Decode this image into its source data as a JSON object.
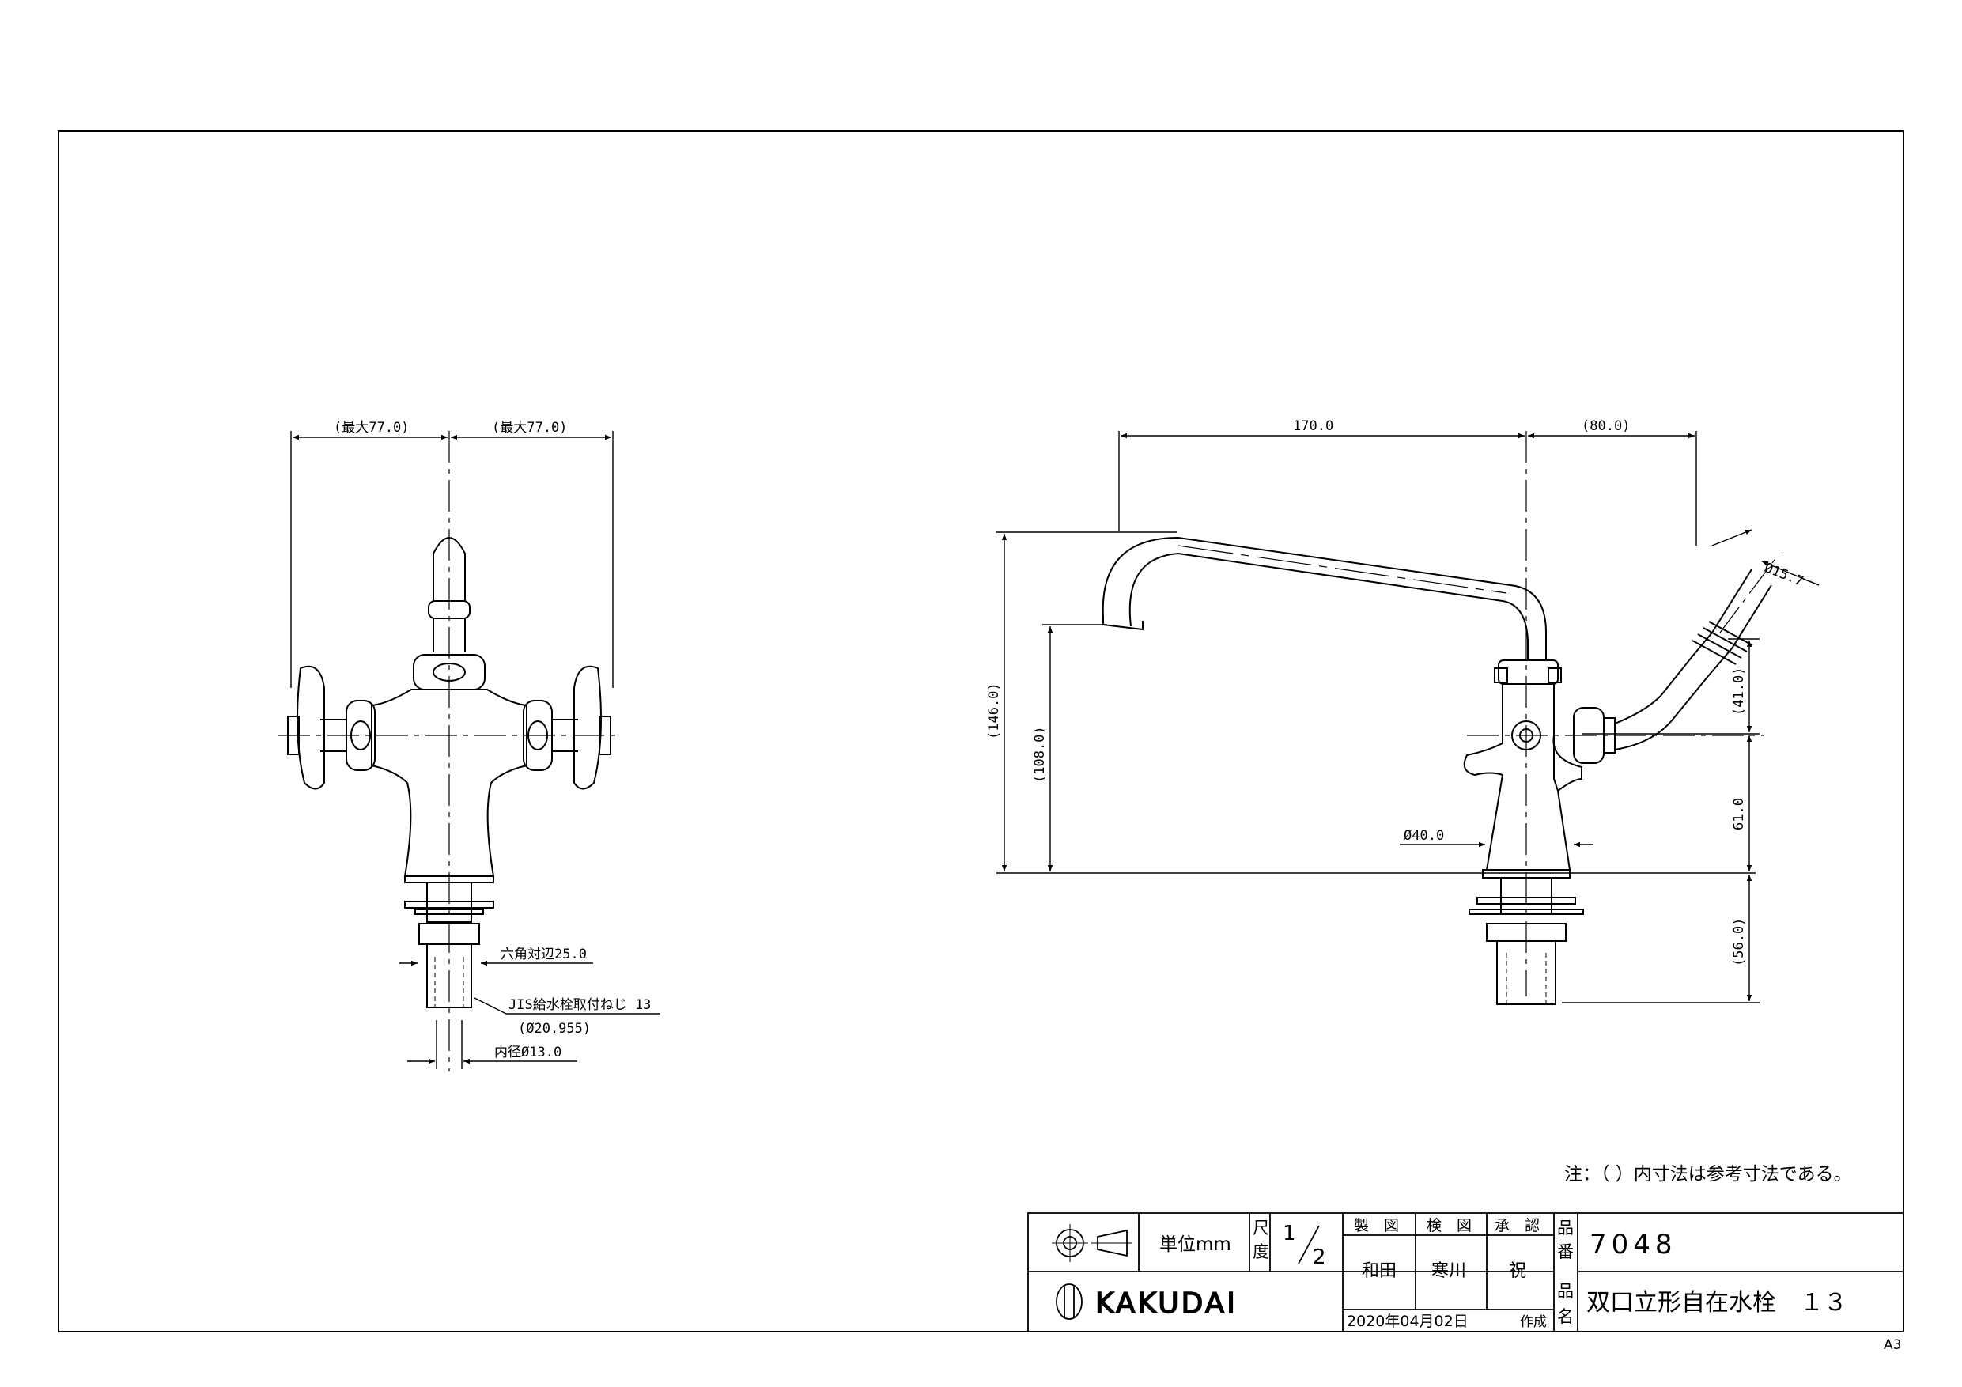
{
  "left_view": {
    "dim_left": "(最大77.0)",
    "dim_right": "(最大77.0)",
    "hex": "六角対辺25.0",
    "thread": "JIS給水栓取付ねじ 13",
    "thread_dia": "(Ø20.955)",
    "inner": "内径Ø13.0"
  },
  "right_view": {
    "spout_len": "170.0",
    "hose_len": "(80.0)",
    "total_h": "(146.0)",
    "spout_h": "(108.0)",
    "body_dia": "Ø40.0",
    "hose_dia": "Ø15.7",
    "hose_h": "(41.0)",
    "base_h": "61.0",
    "shank_h": "(56.0)"
  },
  "note": "注：（ ）内寸法は参考寸法である。",
  "title_block": {
    "unit": "単位mm",
    "scale_label": "尺度",
    "scale_num": "1",
    "scale_den": "2",
    "drawn_label": "製　図",
    "checked_label": "検　図",
    "approved_label": "承　認",
    "drawn": "和田",
    "checked": "寒川",
    "approved": "祝",
    "code_label": "品番",
    "code": "7048",
    "name_label": "品名",
    "name": "双口立形自在水栓　１３",
    "date": "2020年04月02日",
    "created": "作成",
    "brand": "KAKUDAI"
  },
  "paper": "A3"
}
